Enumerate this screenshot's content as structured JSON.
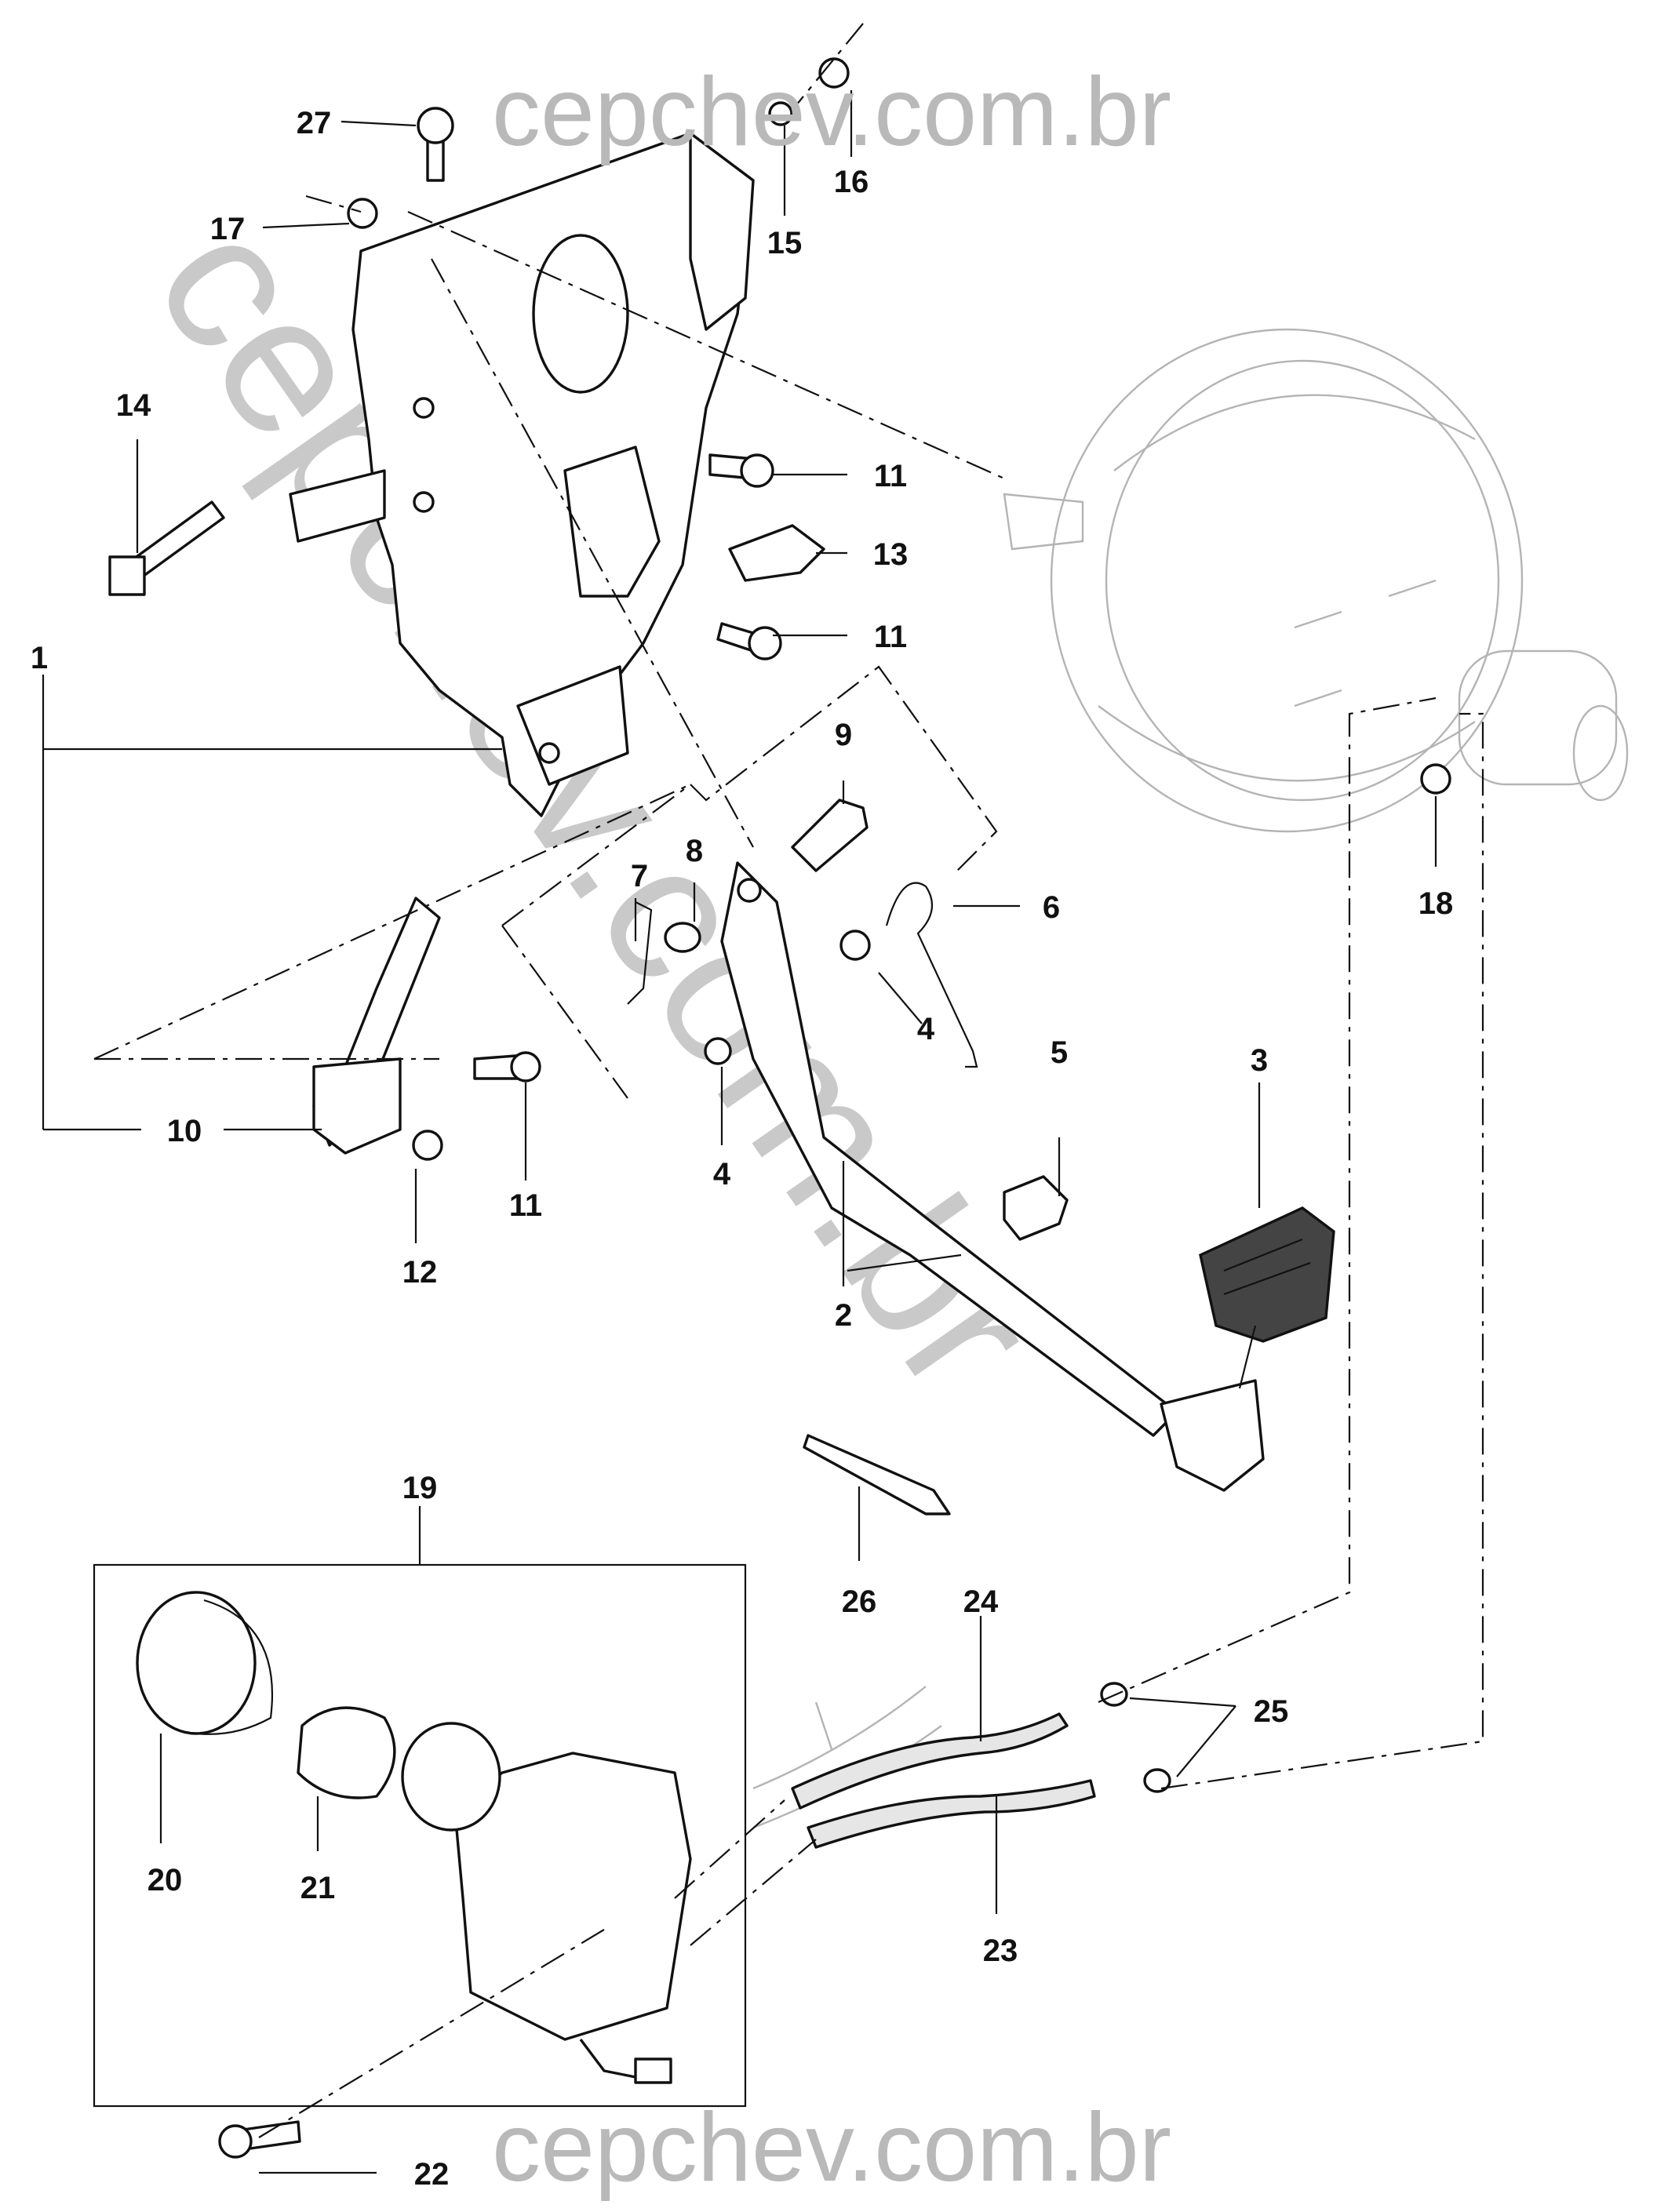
{
  "watermark": {
    "top": "cepchev.com.br",
    "bottom": "cepchev.com.br",
    "diagonal": "cepchev.com.br"
  },
  "callouts": [
    {
      "id": "c1",
      "label": "1"
    },
    {
      "id": "c2",
      "label": "2"
    },
    {
      "id": "c3",
      "label": "3"
    },
    {
      "id": "c4a",
      "label": "4"
    },
    {
      "id": "c4b",
      "label": "4"
    },
    {
      "id": "c5",
      "label": "5"
    },
    {
      "id": "c6",
      "label": "6"
    },
    {
      "id": "c7",
      "label": "7"
    },
    {
      "id": "c8",
      "label": "8"
    },
    {
      "id": "c9",
      "label": "9"
    },
    {
      "id": "c10",
      "label": "10"
    },
    {
      "id": "c11a",
      "label": "11"
    },
    {
      "id": "c11b",
      "label": "11"
    },
    {
      "id": "c11c",
      "label": "11"
    },
    {
      "id": "c12",
      "label": "12"
    },
    {
      "id": "c13",
      "label": "13"
    },
    {
      "id": "c14",
      "label": "14"
    },
    {
      "id": "c15",
      "label": "15"
    },
    {
      "id": "c16",
      "label": "16"
    },
    {
      "id": "c17",
      "label": "17"
    },
    {
      "id": "c18",
      "label": "18"
    },
    {
      "id": "c19",
      "label": "19"
    },
    {
      "id": "c20",
      "label": "20"
    },
    {
      "id": "c21",
      "label": "21"
    },
    {
      "id": "c22",
      "label": "22"
    },
    {
      "id": "c23",
      "label": "23"
    },
    {
      "id": "c24",
      "label": "24"
    },
    {
      "id": "c25",
      "label": "25"
    },
    {
      "id": "c26",
      "label": "26"
    },
    {
      "id": "c27",
      "label": "27"
    }
  ]
}
